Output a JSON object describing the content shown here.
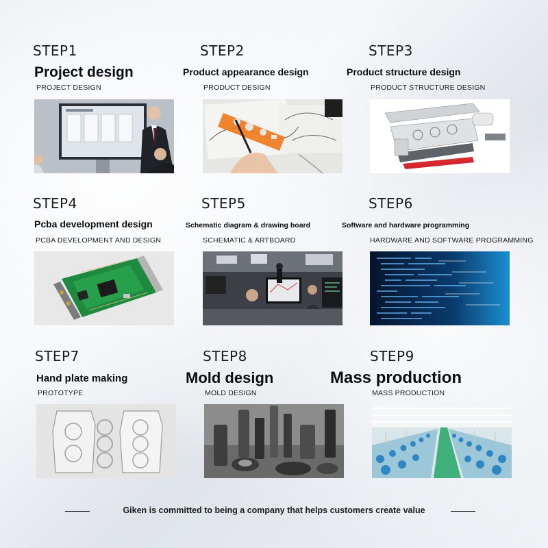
{
  "steps": [
    {
      "step": "STEP1",
      "title": "Project design",
      "subtitle": "PROJECT DESIGN",
      "image_icon": "presentation-photo-icon"
    },
    {
      "step": "STEP2",
      "title": "Product appearance design",
      "subtitle": "PRODUCT DESIGN",
      "image_icon": "sketch-drawing-photo-icon"
    },
    {
      "step": "STEP3",
      "title": "Product structure design",
      "subtitle": "PRODUCT STRUCTURE DESIGN",
      "image_icon": "exploded-model-photo-icon"
    },
    {
      "step": "STEP4",
      "title": "Pcba development design",
      "subtitle": "PCBA DEVELOPMENT AND DESIGN",
      "image_icon": "circuit-board-photo-icon"
    },
    {
      "step": "STEP5",
      "title": "Schematic diagram & drawing board",
      "subtitle": "SCHEMATIC & ARTBOARD",
      "image_icon": "office-engineers-photo-icon"
    },
    {
      "step": "STEP6",
      "title": "Software and hardware programming",
      "subtitle": "HARDWARE AND SOFTWARE PROGRAMMING",
      "image_icon": "code-screen-photo-icon"
    },
    {
      "step": "STEP7",
      "title": "Hand plate making",
      "subtitle": "PROTOTYPE",
      "image_icon": "prototype-parts-photo-icon"
    },
    {
      "step": "STEP8",
      "title": "Mold design",
      "subtitle": "MOLD DESIGN",
      "image_icon": "metal-molds-photo-icon"
    },
    {
      "step": "STEP9",
      "title": "Mass production",
      "subtitle": "MASS PRODUCTION",
      "image_icon": "factory-floor-photo-icon"
    }
  ],
  "footer": {
    "text": "Giken is committed to being a company that helps customers create value"
  }
}
